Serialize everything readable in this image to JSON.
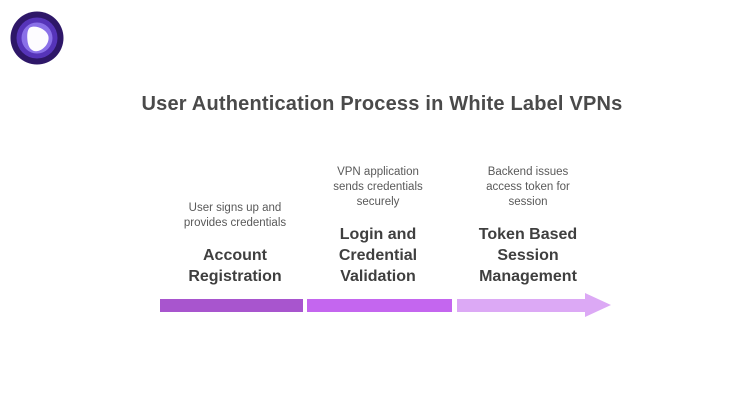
{
  "title": {
    "text": "User Authentication Process in White Label VPNs",
    "color": "#4A4A4A"
  },
  "logo": {
    "icon": "concentric-rings-pick-logo",
    "colors": {
      "outer_ring": "#2E1768",
      "middle_ring": "#5634B9",
      "inner_ring": "#8A70E8",
      "core": "#FDFCFF"
    }
  },
  "steps": [
    {
      "description": "User signs up and provides credentials",
      "label": "Account Registration",
      "segment_color": "#A855CE"
    },
    {
      "description": "VPN application sends credentials securely",
      "label": "Login and Credential Validation",
      "segment_color": "#C466EF"
    },
    {
      "description": "Backend issues access token for session",
      "label": "Token Based Session Management",
      "segment_color": "#DCA9F5"
    }
  ],
  "timeline": {
    "direction": "left-to-right",
    "arrowhead_color": "#DCA9F5",
    "description_text_color": "#595959",
    "label_text_color": "#3F3F3F"
  }
}
